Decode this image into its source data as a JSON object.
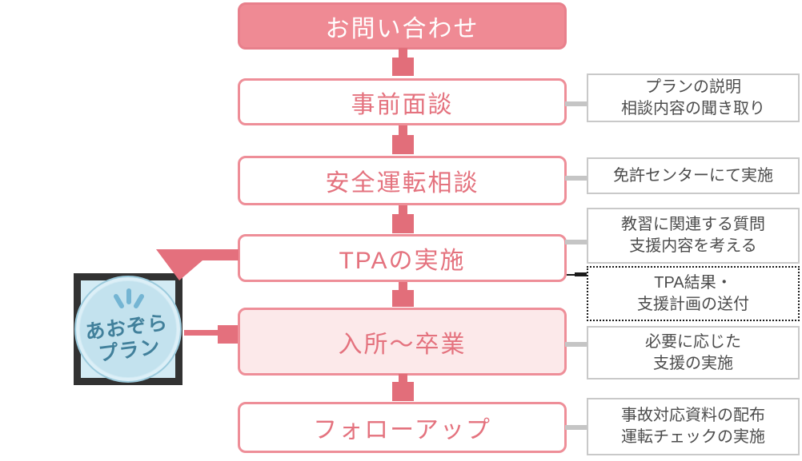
{
  "flow": {
    "steps": [
      {
        "label": "お問い合わせ"
      },
      {
        "label": "事前面談"
      },
      {
        "label": "安全運転相談"
      },
      {
        "label": "TPAの実施"
      },
      {
        "label": "入所～卒業"
      },
      {
        "label": "フォローアップ"
      }
    ],
    "notes": [
      {
        "line1": "プランの説明",
        "line2": "相談内容の聞き取り"
      },
      {
        "line1": "免許センターにて実施",
        "line2": ""
      },
      {
        "line1": "教習に関連する質問",
        "line2": "支援内容を考える"
      },
      {
        "line1": "TPA結果・",
        "line2": "支援計画の送付"
      },
      {
        "line1": "必要に応じた",
        "line2": "支援の実施"
      },
      {
        "line1": "事故対応資料の配布",
        "line2": "運転チェックの実施"
      }
    ]
  },
  "badge": {
    "line1": "あおぞら",
    "line2": "プラン"
  },
  "colors": {
    "accent_pink": "#e4727e",
    "filled_step_pink": "#ef8a94",
    "tinted_step_pink": "#fce9ea",
    "connector_pink": "#e26e7a",
    "note_border_gray": "#c9c9c9",
    "note_connector_gray": "#c5c5c5",
    "dotted_border_black": "#1a1a1a",
    "badge_circle_blue": "#c3e2ee",
    "badge_text_teal": "#41809b",
    "badge_frame_dark": "#323232"
  }
}
